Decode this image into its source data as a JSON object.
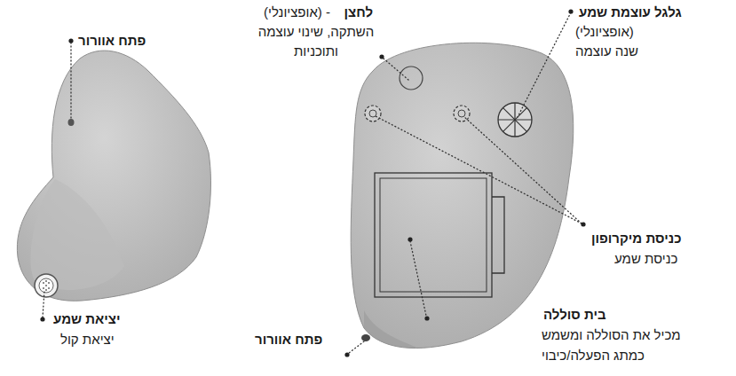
{
  "diagram": {
    "labels": [
      "פתח אוורור",
      "לחצן",
      "- (אופציונלי)",
      "השתקה, שינוי עוצמה",
      "ותוכניות",
      "גלגל עוצמת שמע",
      "(אופציונלי)",
      "שנה עוצמה",
      "כניסת מיקרופון",
      "כניסת שמע",
      "יציאת שמע",
      "יציאת קול",
      "פתח אוורור",
      "בית סוללה",
      "מכיל את הסוללה ומשמש",
      "כמתג הפעלה/כיבוי"
    ]
  }
}
